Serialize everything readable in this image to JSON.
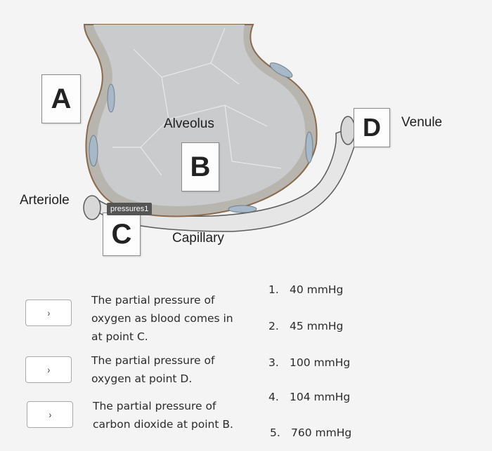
{
  "diagram": {
    "box_labels": {
      "a": "A",
      "b": "B",
      "c": "C",
      "d": "D"
    },
    "labels": {
      "alveolus": "Alveolus",
      "venule": "Venule",
      "arteriole": "Arteriole",
      "capillary": "Capillary"
    },
    "tooltip": "pressures1"
  },
  "questions": [
    {
      "dropdown_glyph": "›",
      "prompt_lines": [
        "The partial pressure of",
        "oxygen as blood comes in",
        "at point C."
      ]
    },
    {
      "dropdown_glyph": "›",
      "prompt_lines": [
        "The partial pressure of",
        "oxygen at point D."
      ]
    },
    {
      "dropdown_glyph": "›",
      "prompt_lines": [
        "The partial pressure of",
        "carbon dioxide at point B."
      ]
    }
  ],
  "answers": [
    {
      "number": "1.",
      "value": "40 mmHg"
    },
    {
      "number": "2.",
      "value": "45 mmHg"
    },
    {
      "number": "3.",
      "value": "100 mmHg"
    },
    {
      "number": "4.",
      "value": "104 mmHg"
    },
    {
      "number": "5.",
      "value": "760 mmHg"
    }
  ],
  "colors": {
    "background": "#f3f4f3",
    "alveolus_fill": "#c9cbcd",
    "wall_fill": "#b8b5ae",
    "wall_outline": "#8a6a4c",
    "cell_fill": "#a7b9c8",
    "vessel_fill": "#e6e6e6"
  }
}
